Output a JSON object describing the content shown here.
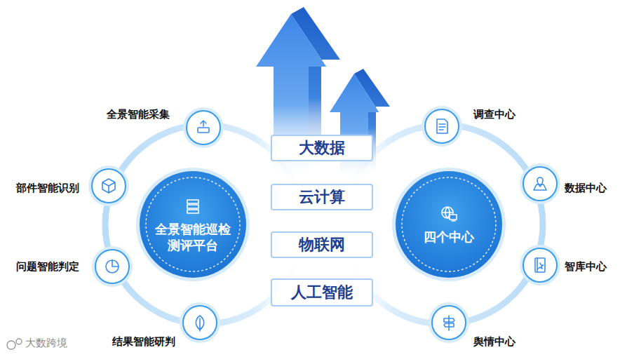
{
  "diagram": {
    "nodes": [
      {
        "text": [
          "全景智能巡检测评平台"
        ]
      },
      {
        "text": [
          "全景智能采集"
        ]
      },
      {
        "text": [
          "部件智能识别"
        ]
      },
      {
        "text": [
          "问题智能判定"
        ]
      },
      {
        "text": [
          "结果智能研判"
        ]
      },
      {
        "text": [
          "大数据"
        ]
      },
      {
        "text": [
          "云计算"
        ]
      },
      {
        "text": [
          "物联网"
        ]
      },
      {
        "text": [
          "人工智能"
        ]
      },
      {
        "text": [
          "四个中心"
        ]
      },
      {
        "text": [
          "调查中心"
        ]
      },
      {
        "text": [
          "数据中心"
        ]
      },
      {
        "text": [
          "智库中心"
        ]
      },
      {
        "text": [
          "舆情中心"
        ]
      }
    ],
    "labels": [
      "大数跨境"
    ]
  }
}
